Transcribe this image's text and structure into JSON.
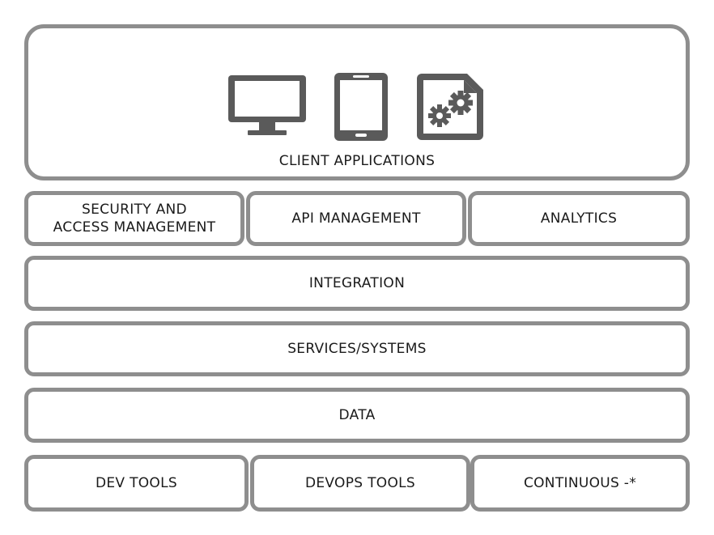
{
  "colors": {
    "border": "#8e8e8e",
    "icon": "#5a5a5a",
    "text": "#1a1a1a"
  },
  "client": {
    "label": "CLIENT APPLICATIONS",
    "icons": [
      "desktop-monitor-icon",
      "tablet-icon",
      "app-settings-gears-icon"
    ]
  },
  "layers": {
    "security": "SECURITY AND\nACCESS MANAGEMENT",
    "api": "API MANAGEMENT",
    "analytics": "ANALYTICS",
    "integration": "INTEGRATION",
    "services": "SERVICES/SYSTEMS",
    "data": "DATA",
    "dev_tools": "DEV TOOLS",
    "devops_tools": "DEVOPS TOOLS",
    "continuous": "CONTINUOUS -*"
  }
}
